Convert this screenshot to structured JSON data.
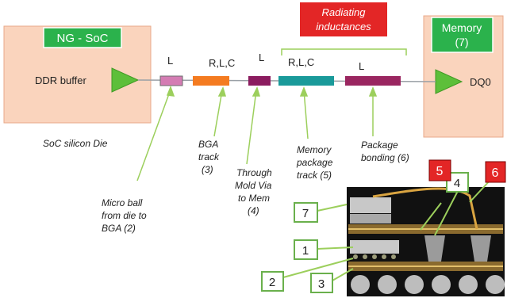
{
  "soc": {
    "title": "NG - SoC",
    "buffer_label": "DDR buffer",
    "caption": "SoC silicon Die"
  },
  "memory": {
    "title_line1": "Memory",
    "title_line2": "(7)",
    "pin": "DQ0"
  },
  "radiating": {
    "line1": "Radiating",
    "line2": "inductances"
  },
  "segments": [
    {
      "top": "L"
    },
    {
      "top": "R,L,C"
    },
    {
      "top": "L"
    },
    {
      "top": "R,L,C"
    },
    {
      "top": "L"
    }
  ],
  "callouts": {
    "micro_ball": [
      "Micro ball",
      "from die to",
      "BGA (2)"
    ],
    "bga_track": [
      "BGA",
      "track",
      "(3)"
    ],
    "through_mold": [
      "Through",
      "Mold Via",
      "to Mem",
      "(4)"
    ],
    "mem_pkg": [
      "Memory",
      "package",
      "track (5)"
    ],
    "pkg_bond": [
      "Package",
      "bonding  (6)"
    ]
  },
  "photo_tags": {
    "t1": "1",
    "t2": "2",
    "t3": "3",
    "t4": "4",
    "t5": "5",
    "t6": "6",
    "t7": "7"
  },
  "colors": {
    "box_fill": "#fad4bd",
    "box_stroke": "#e8a98a",
    "badge": "#2bb24c",
    "triangle": "#5dbf3a",
    "seg_pink": "#d47cb3",
    "seg_orange": "#f47b20",
    "seg_purple": "#8b1c5f",
    "seg_teal": "#1a9a9a",
    "seg_plum": "#9a2660",
    "red_badge": "#e32626",
    "arrow": "#9ccf5c"
  }
}
